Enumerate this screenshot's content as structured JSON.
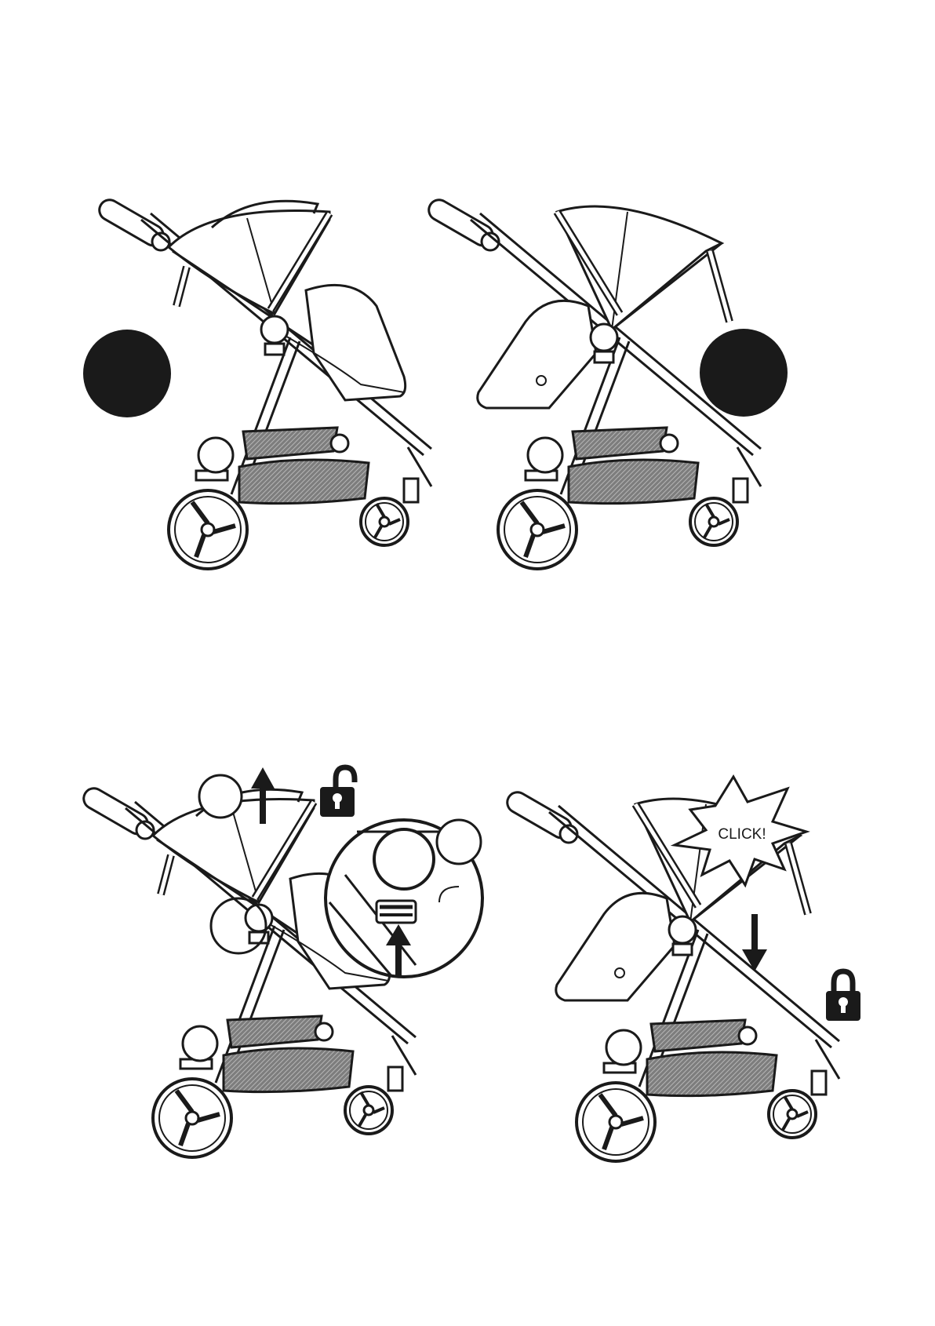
{
  "page": {
    "background": "#ffffff",
    "ink": "#1a1a1a",
    "basket_fill": "#8a8a8a"
  },
  "panels": [
    {
      "id": "top-left",
      "stroller": "parent-facing",
      "badge": "filled-circle"
    },
    {
      "id": "top-right",
      "stroller": "world-facing",
      "badge": "filled-circle"
    },
    {
      "id": "bottom-left",
      "stroller": "parent-facing",
      "action": "lift-seat-unlock",
      "callout": "detail-zoom-seat-mount"
    },
    {
      "id": "bottom-right",
      "stroller": "world-facing",
      "action": "lower-seat-lock"
    }
  ],
  "icons": {
    "unlock": "unlocked-padlock-icon",
    "lock": "locked-padlock-icon",
    "up_arrow": "arrow-up-icon",
    "down_arrow": "arrow-down-icon"
  },
  "callouts": {
    "click": "CLICK!"
  }
}
